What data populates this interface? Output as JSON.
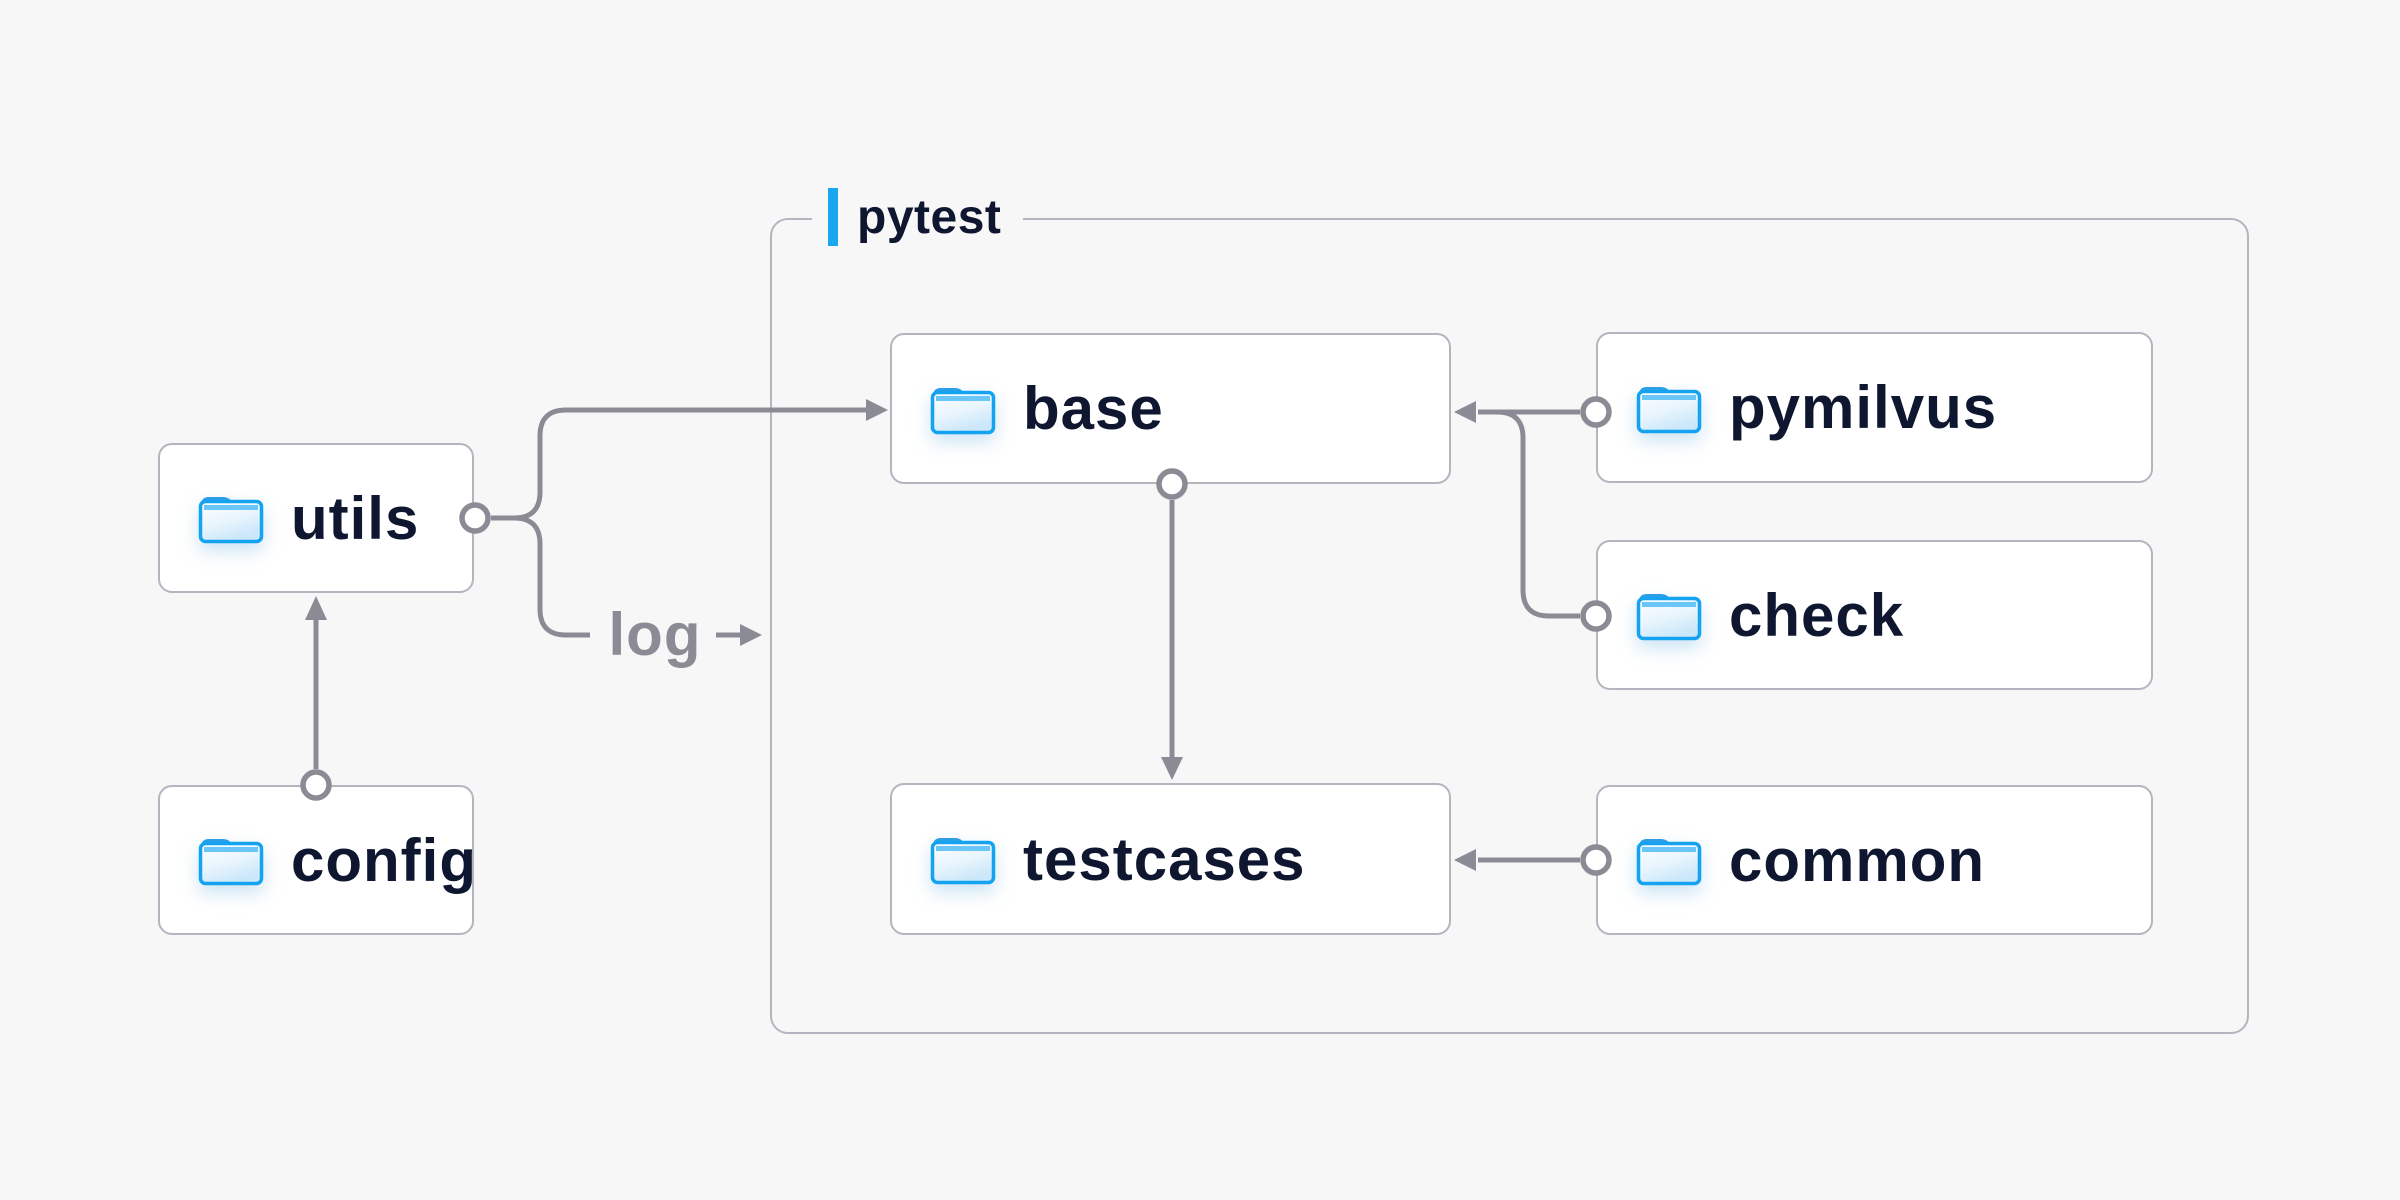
{
  "diagram": {
    "group": {
      "label": "pytest"
    },
    "nodes": {
      "utils": {
        "label": "utils"
      },
      "config": {
        "label": "config"
      },
      "base": {
        "label": "base"
      },
      "pymilvus": {
        "label": "pymilvus"
      },
      "check": {
        "label": "check"
      },
      "testcases": {
        "label": "testcases"
      },
      "common": {
        "label": "common"
      }
    },
    "edge_labels": {
      "log": "log"
    },
    "edges": [
      {
        "from": "config",
        "to": "utils"
      },
      {
        "from": "utils",
        "to": "base"
      },
      {
        "from": "utils",
        "to": "log-output",
        "label": "log"
      },
      {
        "from": "pymilvus",
        "to": "base"
      },
      {
        "from": "check",
        "to": "base"
      },
      {
        "from": "base",
        "to": "testcases"
      },
      {
        "from": "common",
        "to": "testcases"
      }
    ],
    "icons": {
      "node_icon": "folder-icon"
    },
    "colors": {
      "background": "#f7f7f8",
      "node_fill": "#ffffff",
      "node_border": "#b5b5c0",
      "node_text": "#0e1630",
      "connector": "#8b8b96",
      "accent_bar": "#19a8f0",
      "edge_label_text": "#8b8b96",
      "folder_blue": "#14a3f0"
    }
  }
}
